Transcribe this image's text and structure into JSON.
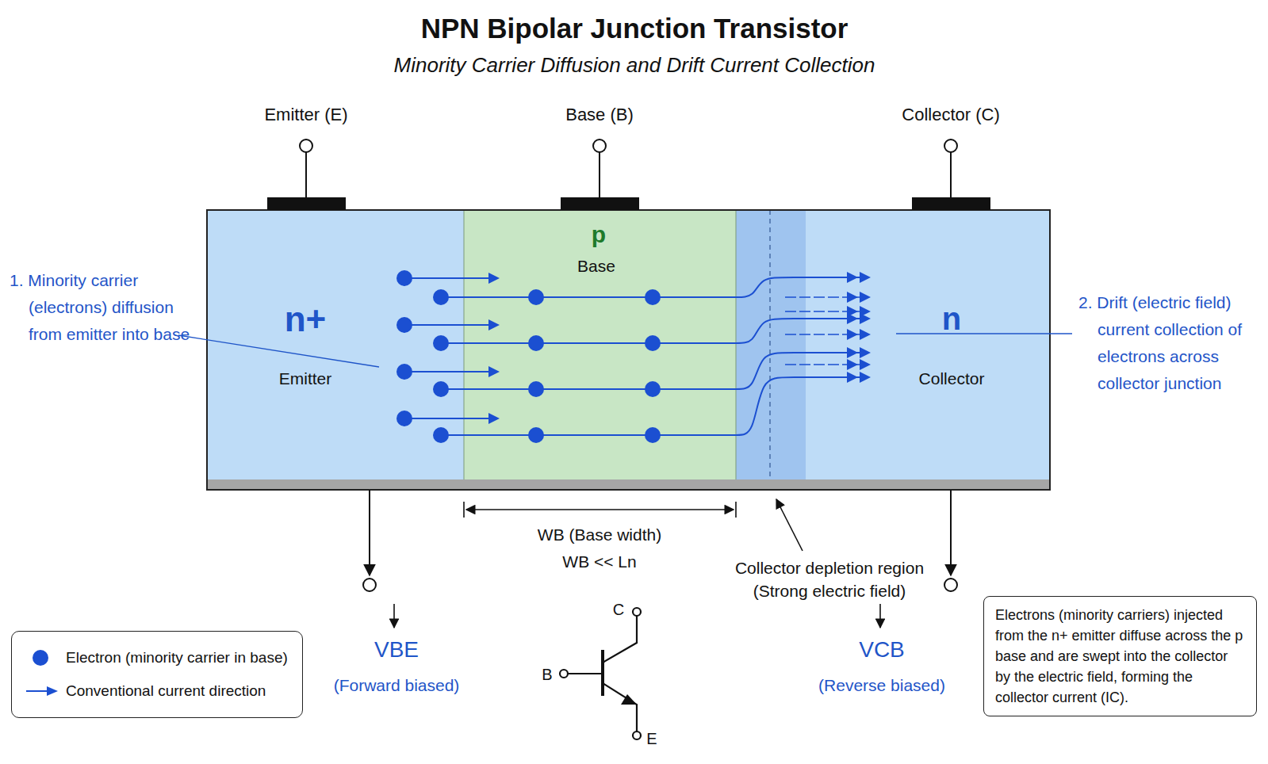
{
  "diagram": {
    "title": "NPN Bipolar Junction Transistor",
    "caption": "Minority Carrier Diffusion and Drift Current Collection",
    "nodes": [
      {
        "text": [
          "n+",
          "Emitter"
        ]
      },
      {
        "text": [
          "p",
          "Base"
        ]
      },
      {
        "text": [
          "n",
          "Collector"
        ]
      },
      {
        "text": [
          "Electrons (minority carriers) injected from the n+ emitter diffuse across the p base and are swept into the collector by the electric field, forming the collector current (IC)."
        ]
      }
    ],
    "labels": [
      "Emitter (E)",
      "Base (B)",
      "Collector (C)",
      "1. Minority carrier (electrons) diffusion from emitter into base",
      "2. Drift (electric field) current collection of electrons across collector junction",
      "WB (Base width)",
      "WB << Ln",
      "Collector depletion region (Strong electric field)",
      "VBE",
      "(Forward biased)",
      "VCB",
      "(Reverse biased)",
      "C",
      "B",
      "E"
    ],
    "legend": [
      {
        "text": "Electron (minority carrier in base)",
        "color": "#1b4fd1"
      },
      {
        "text": "Conventional current direction"
      }
    ]
  }
}
